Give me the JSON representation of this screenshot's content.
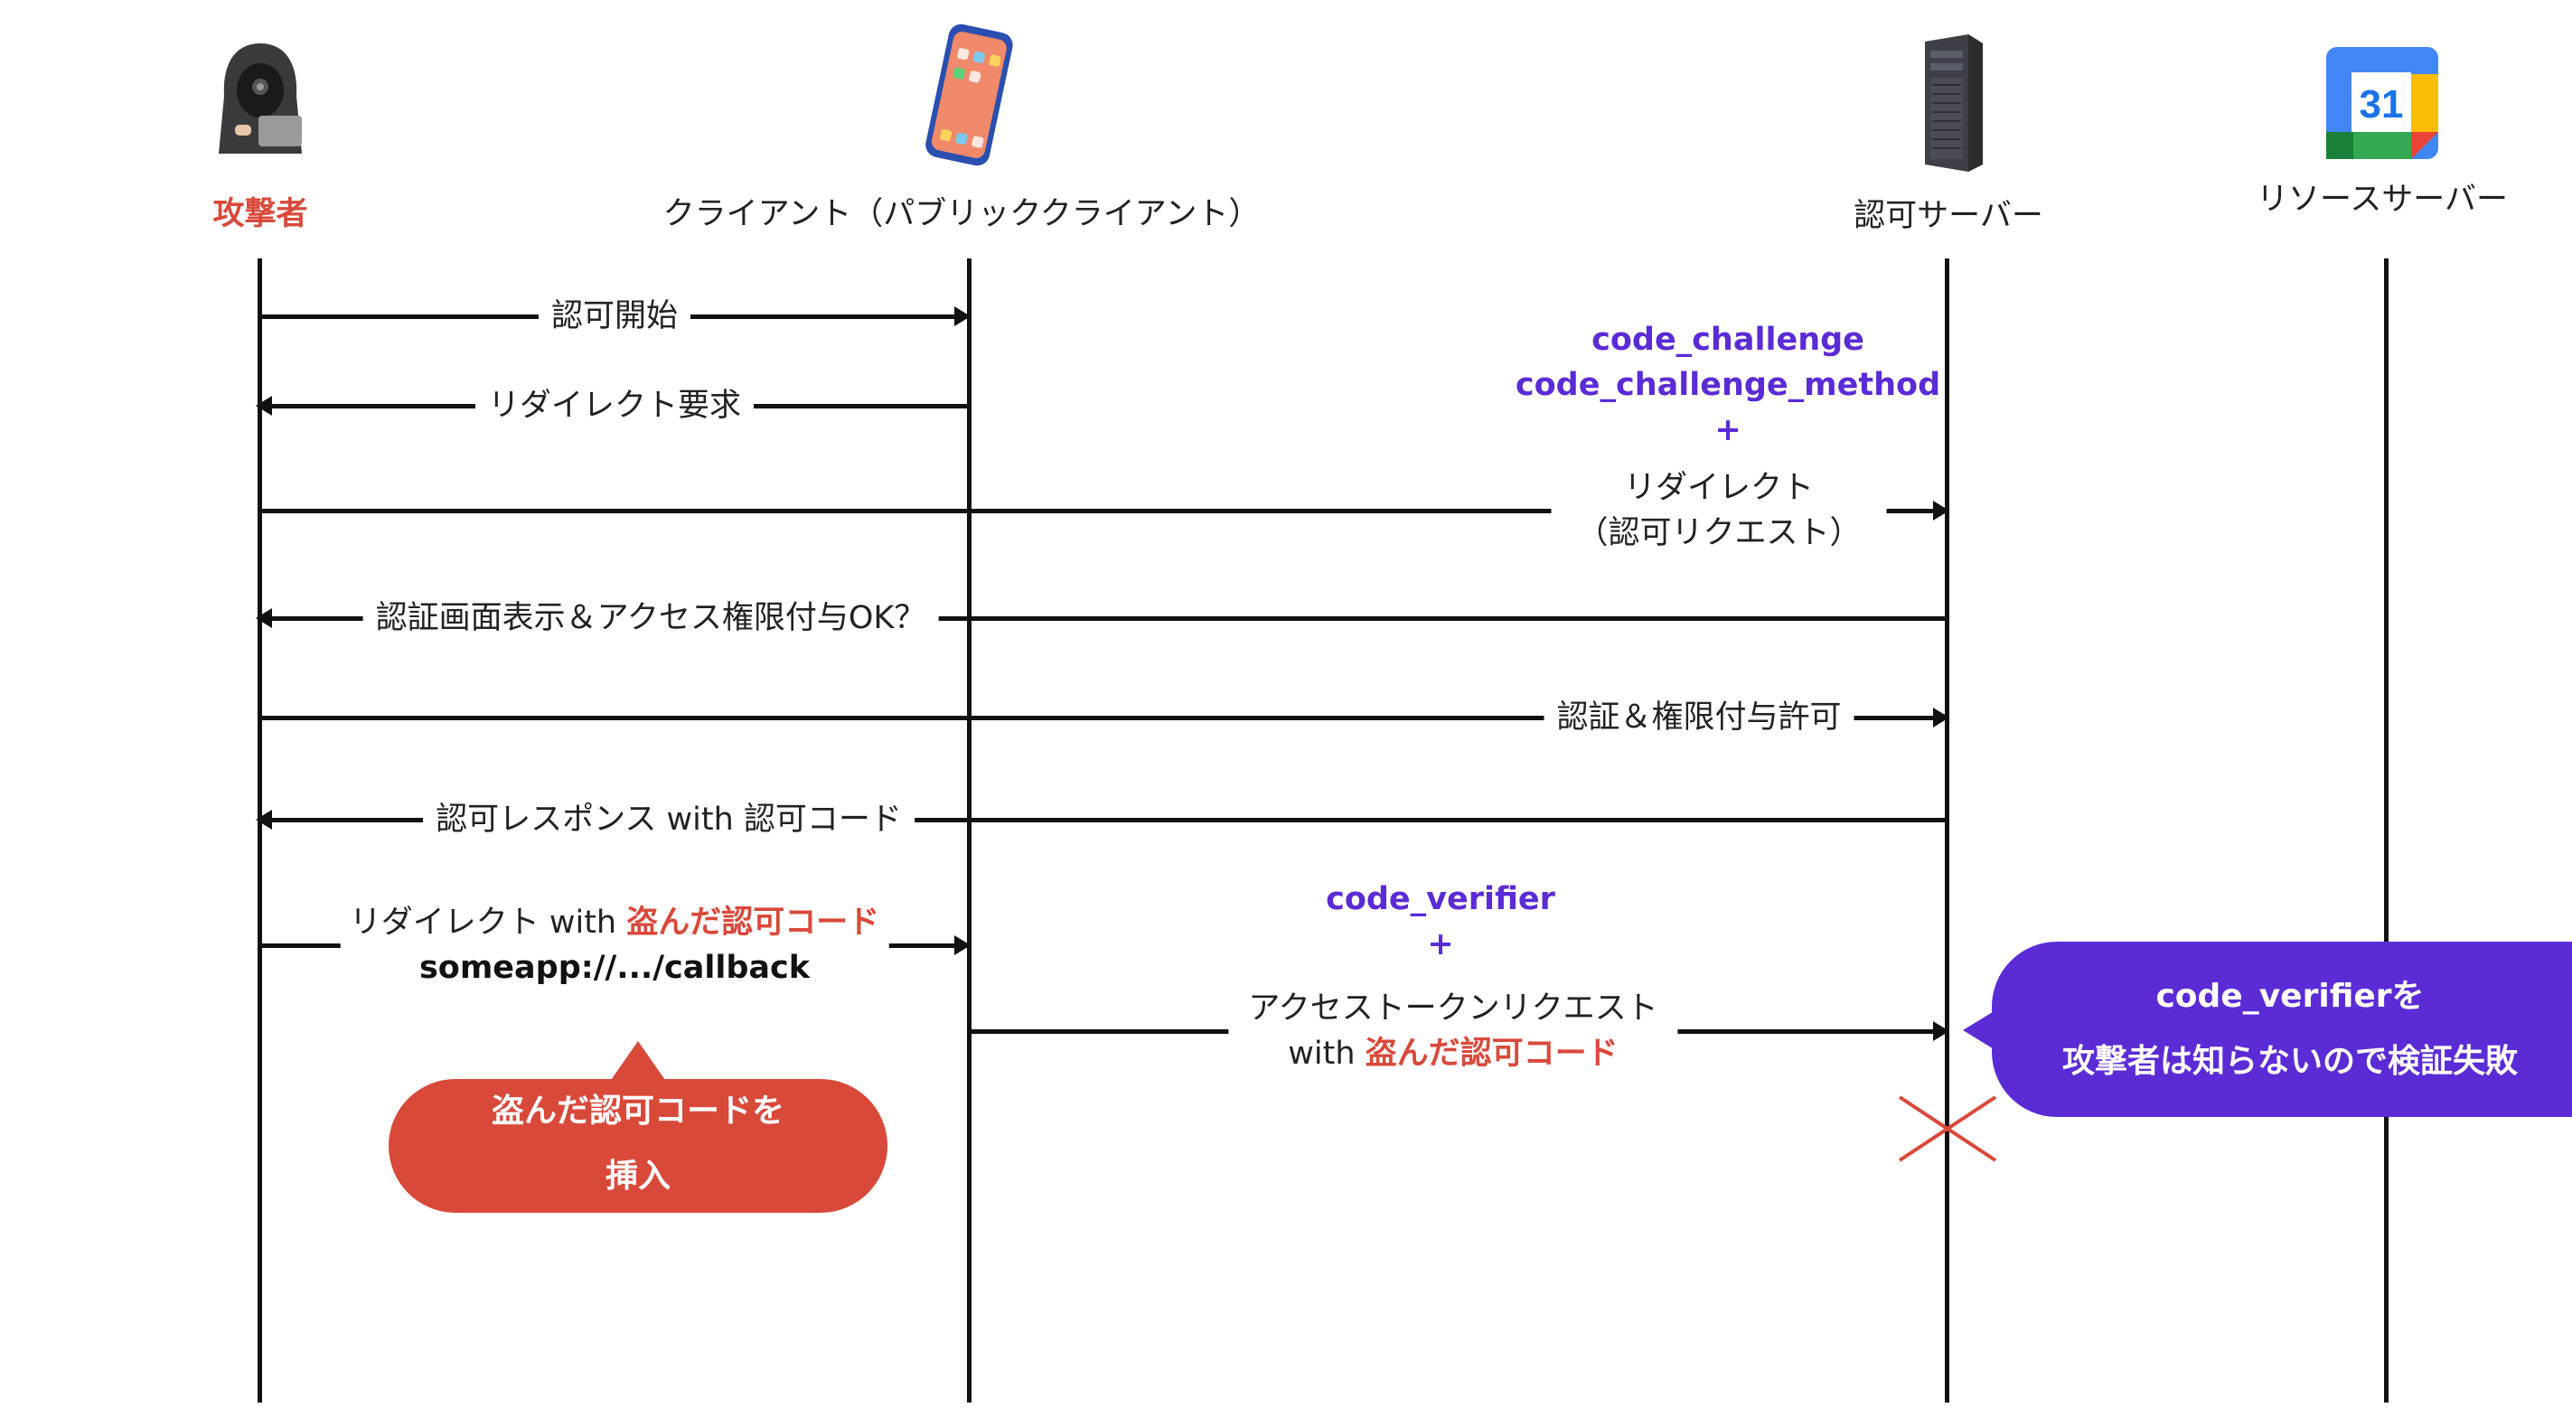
{
  "actors": {
    "attacker": "攻撃者",
    "client": "クライアント（パブリッククライアント）",
    "auth_server": "認可サーバー",
    "resource_server": "リソースサーバー"
  },
  "calendar_icon_number": "31",
  "messages": {
    "m1": "認可開始",
    "m2": "リダイレクト要求",
    "m3_param1": "code_challenge",
    "m3_param2": "code_challenge_method",
    "m3_plus": "+",
    "m3_line1": "リダイレクト",
    "m3_line2": "（認可リクエスト）",
    "m4": "認証画面表示＆アクセス権限付与OK？",
    "m5": "認証＆権限付与許可",
    "m6": "認可レスポンス with 認可コード",
    "m7_prefix": "リダイレクト with ",
    "m7_red": "盗んだ認可コード",
    "m7_url": "someapp://.../callback",
    "m8_param": "code_verifier",
    "m8_plus": "+",
    "m8_line1": "アクセストークンリクエスト",
    "m8_prefix": "with ",
    "m8_red": "盗んだ認可コード"
  },
  "callouts": {
    "red_line1": "盗んだ認可コードを",
    "red_line2": "挿入",
    "purple_line1": "code_verifierを",
    "purple_line2": "攻撃者は知らないので検証失敗"
  },
  "colors": {
    "attacker_red": "#d9493a",
    "param_purple": "#5b2bd6",
    "line_black": "#111111"
  }
}
